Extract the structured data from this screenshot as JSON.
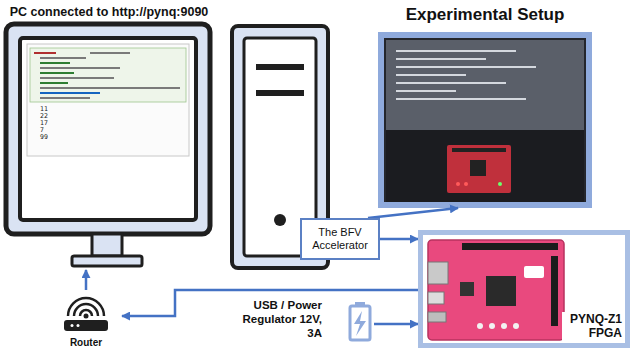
{
  "diagram": {
    "nodes": [
      {
        "text": [
          "PC connected to http://pynq:9090"
        ]
      },
      {
        "text": [
          "Experimental Setup"
        ]
      },
      {
        "text": [
          "The BFV Accelerator"
        ]
      },
      {
        "text": [
          "PYNQ-Z1 FPGA"
        ]
      },
      {
        "text": [
          "Router"
        ]
      },
      {
        "text": [
          "USB / Power Regulator 12V, 3A"
        ]
      }
    ],
    "edges": [
      {
        "from": 2,
        "to": 1,
        "arrow": "to"
      },
      {
        "from": 2,
        "to": 3,
        "arrow": "to"
      },
      {
        "from": 3,
        "to": 4,
        "arrow": "to"
      },
      {
        "from": 4,
        "to": 0,
        "arrow": "to"
      },
      {
        "from": 5,
        "to": 3,
        "arrow": "to"
      }
    ],
    "labels": [
      "11",
      "22",
      "17",
      "7",
      "99"
    ]
  }
}
